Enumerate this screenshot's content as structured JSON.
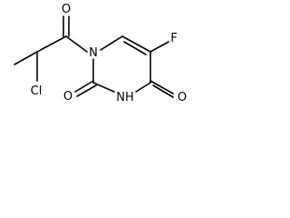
{
  "molecule": {
    "atoms": {
      "o_acyl": "O",
      "f": "F",
      "n1": "N",
      "cl": "Cl",
      "o2": "O",
      "o4": "O",
      "n3h": "NH"
    }
  },
  "colors": {
    "bond": "#000000",
    "label": "#000000",
    "background": "#ffffff"
  }
}
